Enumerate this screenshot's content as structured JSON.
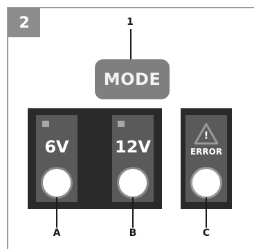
{
  "step": {
    "number": "2"
  },
  "mode_button": {
    "label": "MODE",
    "callout": "1"
  },
  "channels": [
    {
      "label": "6V",
      "callout": "A"
    },
    {
      "label": "12V",
      "callout": "B"
    }
  ],
  "error_indicator": {
    "icon_symbol": "!",
    "label": "ERROR",
    "callout": "C"
  },
  "colors": {
    "frame": "#9a9a9a",
    "badge": "#8c8c8c",
    "mode_button": "#7f7f7f",
    "panel": "#2a2a2a",
    "channel": "#5a5a5a",
    "led": "#ffffff"
  }
}
